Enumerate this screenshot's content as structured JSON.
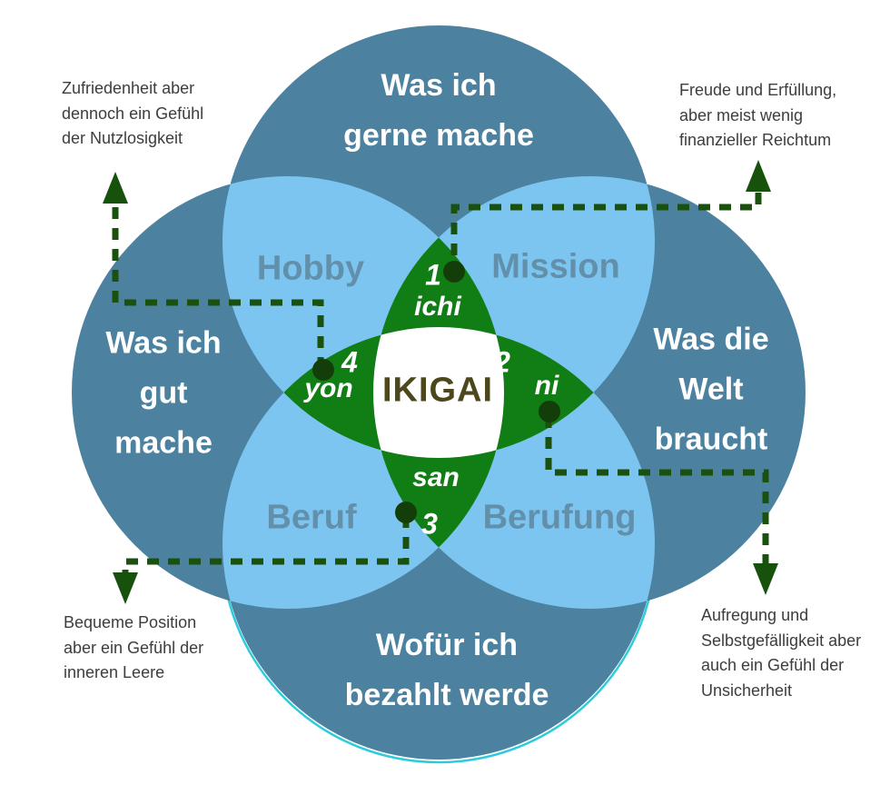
{
  "center": {
    "title": "IKIGAI"
  },
  "circles": {
    "top": {
      "lines": [
        "Was ich",
        "gerne mache"
      ]
    },
    "left": {
      "lines": [
        "Was ich",
        "gut",
        "mache"
      ]
    },
    "right": {
      "lines": [
        "Was die",
        "Welt",
        "braucht"
      ]
    },
    "bottom": {
      "lines": [
        "Wofür ich",
        "bezahlt werde"
      ]
    }
  },
  "overlaps": {
    "hobby": {
      "label": "Hobby"
    },
    "mission": {
      "label": "Mission"
    },
    "beruf": {
      "label": "Beruf"
    },
    "berufung": {
      "label": "Berufung"
    }
  },
  "petals": {
    "one": {
      "number": "1",
      "word": "ichi"
    },
    "two": {
      "number": "2",
      "word": "ni"
    },
    "three": {
      "number": "3",
      "word": "san"
    },
    "four": {
      "number": "4",
      "word": "yon"
    }
  },
  "annotations": {
    "top_left": {
      "lines": [
        "Zufriedenheit aber",
        "dennoch ein Gefühl",
        "der Nutzlosigkeit"
      ]
    },
    "top_right": {
      "lines": [
        "Freude und Erfüllung,",
        "aber meist wenig",
        "finanzieller Reichtum"
      ]
    },
    "bottom_left": {
      "lines": [
        "Bequeme Position",
        "aber ein Gefühl der",
        "inneren Leere"
      ]
    },
    "bottom_right": {
      "lines": [
        "Aufregung und",
        "Selbstgefälligkeit aber",
        "auch ein Gefühl der",
        "Unsicherheit"
      ]
    }
  },
  "colors": {
    "circle_dark_blue": "#4C82A0",
    "overlap_light_blue": "#7CC5F0",
    "petal_green": "#117D15",
    "center_white": "#FFFFFF",
    "ikigai_text": "#4C481C",
    "overlap_label_text": "#6290AB",
    "circle_label_text": "#FFFFFF",
    "annotation_text": "#3D3D3D",
    "connector_green": "#1B510E",
    "dot_green": "#133E0A",
    "teal_rim": "#2ECBDB"
  }
}
